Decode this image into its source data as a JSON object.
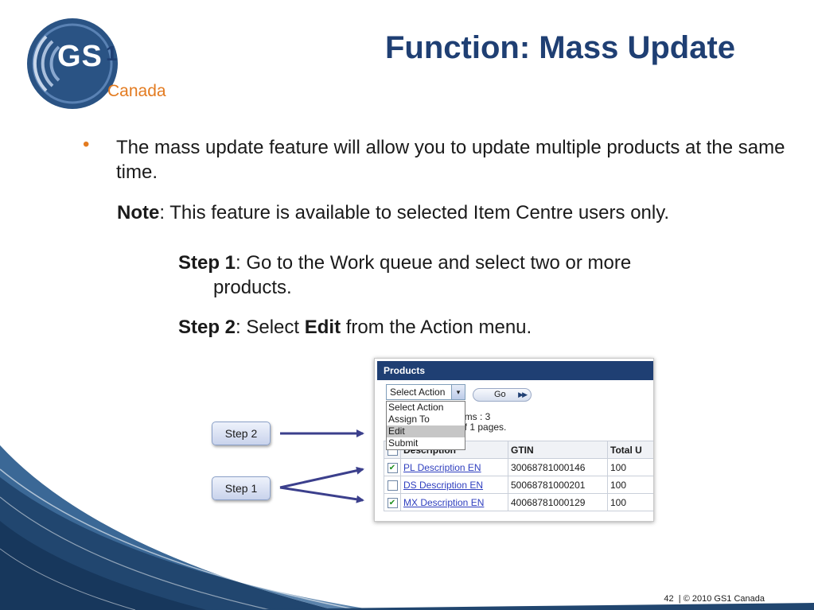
{
  "logo": {
    "mark": "GS",
    "mark_sup": "1",
    "region": "Canada"
  },
  "slide": {
    "title": "Function: Mass Update",
    "bullet_glyph": "•",
    "bullet_text": "The mass update feature will allow you to update multiple products at the same time.",
    "note_label": "Note",
    "note_text": ": This feature is available to selected Item Centre users only.",
    "step1_label": "Step 1",
    "step1_text_a": ": Go to the Work queue and select two or more",
    "step1_text_b": "products.",
    "step2_label": "Step 2",
    "step2_text_a": ": Select ",
    "step2_edit": "Edit",
    "step2_text_b": " from the Action menu."
  },
  "callouts": {
    "step2": "Step 2",
    "step1": "Step 1"
  },
  "panel": {
    "header": "Products",
    "select_value": "Select Action",
    "select_arrow": "▾",
    "go_label": "Go",
    "go_arrows": "▶▶",
    "items_text": "ems : 3",
    "pages_text": "of 1 pages.",
    "dropdown_options": [
      "Select Action",
      "Assign To",
      "Edit",
      "Submit"
    ],
    "dropdown_selected": "Edit",
    "table": {
      "headers": [
        "",
        "Description",
        "GTIN",
        "Total U"
      ],
      "rows": [
        {
          "checked": true,
          "description": "PL Description EN",
          "gtin": "30068781000146",
          "total": "100"
        },
        {
          "checked": false,
          "description": "DS Description EN",
          "gtin": "50068781000201",
          "total": "100"
        },
        {
          "checked": true,
          "description": "MX Description EN",
          "gtin": "40068781000129",
          "total": "100"
        }
      ]
    }
  },
  "footer": {
    "page": "42",
    "separator": "|",
    "copyright": "© 2010 GS1 Canada"
  },
  "colors": {
    "brand_blue": "#1f3f73",
    "brand_orange": "#e37b20",
    "link_blue": "#2f3fbf",
    "checkmark_green": "#1e8f1e"
  },
  "icons": {
    "checkbox_checked": "✔",
    "go": "double-arrow-icon",
    "select": "chevron-down-icon"
  }
}
